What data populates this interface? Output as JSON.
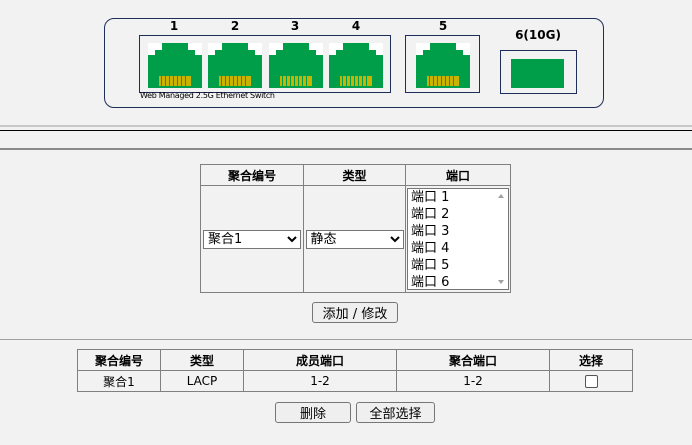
{
  "switch_panel": {
    "port_labels": [
      "1",
      "2",
      "3",
      "4",
      "5",
      "6(10G)"
    ],
    "caption": "Web Managed 2.5G Ethernet Switch",
    "port_color": "#009e49",
    "pin_color": "#c8b400"
  },
  "config_table": {
    "headers": [
      "聚合编号",
      "类型",
      "端口"
    ],
    "group_select": {
      "value": "聚合1"
    },
    "type_select": {
      "value": "静态"
    },
    "ports_list": [
      "端口 1",
      "端口 2",
      "端口 3",
      "端口 4",
      "端口 5",
      "端口 6"
    ]
  },
  "add_button": "添加 / 修改",
  "list_table": {
    "headers": [
      "聚合编号",
      "类型",
      "成员端口",
      "聚合端口",
      "选择"
    ],
    "rows": [
      {
        "id": "聚合1",
        "type": "LACP",
        "members": "1-2",
        "agg_port": "1-2",
        "selected": false
      }
    ]
  },
  "delete_button": "删除",
  "select_all_button": "全部选择"
}
